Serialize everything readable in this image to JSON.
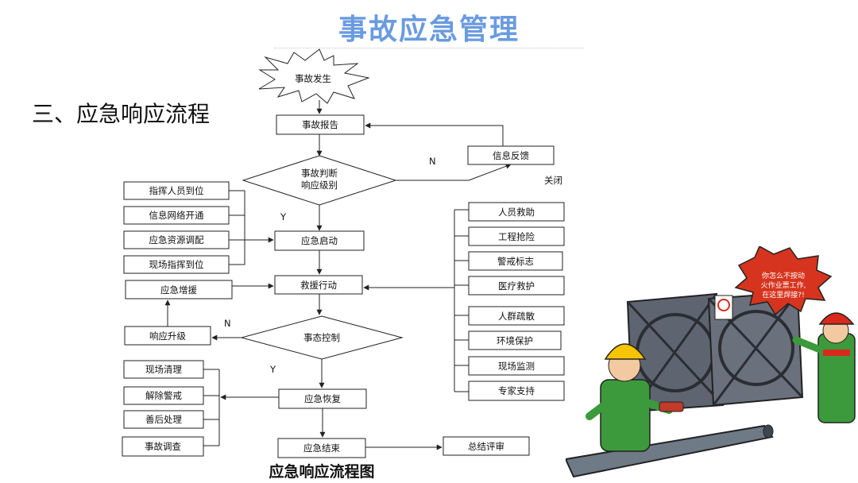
{
  "slide": {
    "title": "事故应急管理",
    "section_heading": "三、应急响应流程"
  },
  "flowchart": {
    "start": "事故发生",
    "report": "事故报告",
    "judge_line1": "事故判断",
    "judge_line2": "响应级别",
    "feedback": "信息反馈",
    "label_n_top": "N",
    "label_close": "关闭",
    "label_y_top": "Y",
    "prep_items": [
      "指挥人员到位",
      "信息网络开通",
      "应急资源调配",
      "现场指挥到位"
    ],
    "start_response": "应急启动",
    "rescue_action": "救援行动",
    "reinforce": "应急增援",
    "upgrade": "响应升级",
    "label_n_mid": "N",
    "control": "事态控制",
    "label_y_mid": "Y",
    "action_items": [
      "人员救助",
      "工程抢险",
      "警戒标志",
      "医疗救护",
      "人群疏散",
      "环境保护",
      "现场监测",
      "专家支持"
    ],
    "recovery": "应急恢复",
    "recovery_items": [
      "现场清理",
      "解除警戒",
      "善后处理",
      "事故调查"
    ],
    "end": "应急结束",
    "review": "总结评审",
    "caption": "应急响应流程图"
  },
  "illustration": {
    "speech_line1": "你怎么不按动",
    "speech_line2": "火作业票工作,",
    "speech_line3": "在这里焊接?!"
  },
  "colors": {
    "title": "#6a9be0",
    "helmet": "#f6c400",
    "helmet_red": "#d9291c",
    "uniform": "#3c9a3c",
    "burst": "#d6341e"
  }
}
